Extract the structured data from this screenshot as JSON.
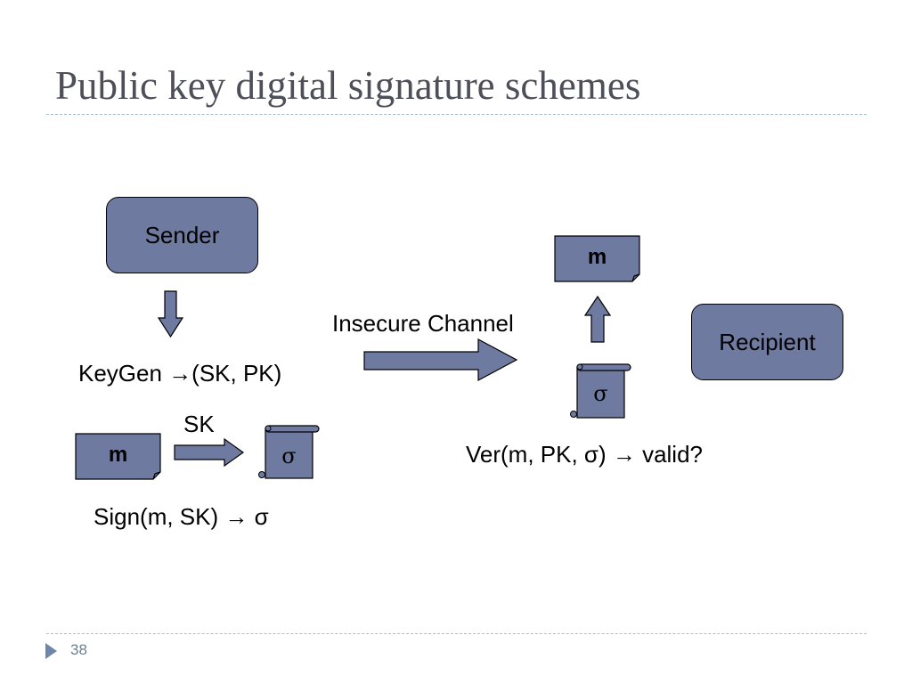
{
  "slide": {
    "title": "Public key digital signature schemes",
    "page_number": "38"
  },
  "diagram": {
    "sender": "Sender",
    "recipient": "Recipient",
    "keygen": "KeyGen →(SK, PK)",
    "sk_label": "SK",
    "message_left": "m",
    "signature_left": "σ",
    "sign": "Sign(m, SK) → σ",
    "channel": "Insecure Channel",
    "message_right": "m",
    "signature_right": "σ",
    "verify": "Ver(m, PK, σ) → valid?"
  },
  "colors": {
    "shape_fill": "#6f7aa0",
    "title": "#4f4f5a",
    "rule": "#a8bfd0",
    "bullet": "#6f86a8"
  },
  "icons": {
    "footer_bullet": "triangle-right-icon"
  }
}
